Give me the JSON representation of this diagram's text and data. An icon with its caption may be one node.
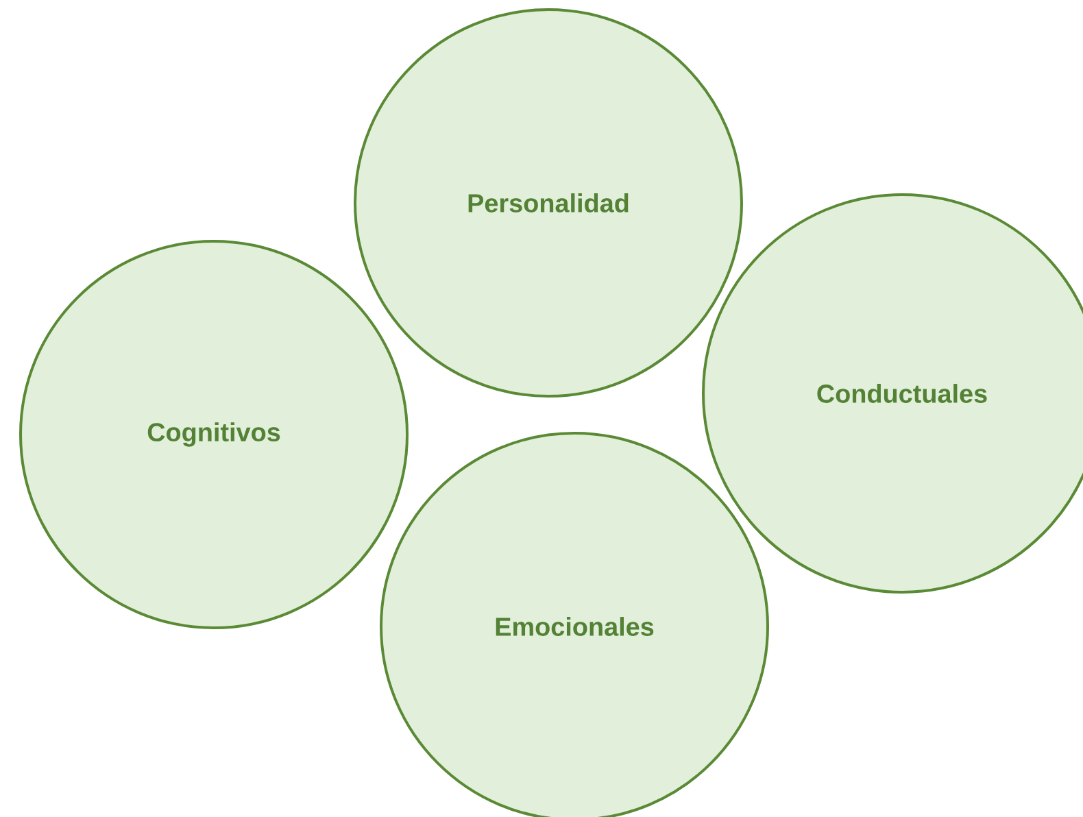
{
  "diagram": {
    "nodes": [
      {
        "text": [
          "Personalidad"
        ]
      },
      {
        "text": [
          "Cognitivos"
        ]
      },
      {
        "text": [
          "Conductuales"
        ]
      },
      {
        "text": [
          "Emocionales"
        ]
      }
    ]
  }
}
